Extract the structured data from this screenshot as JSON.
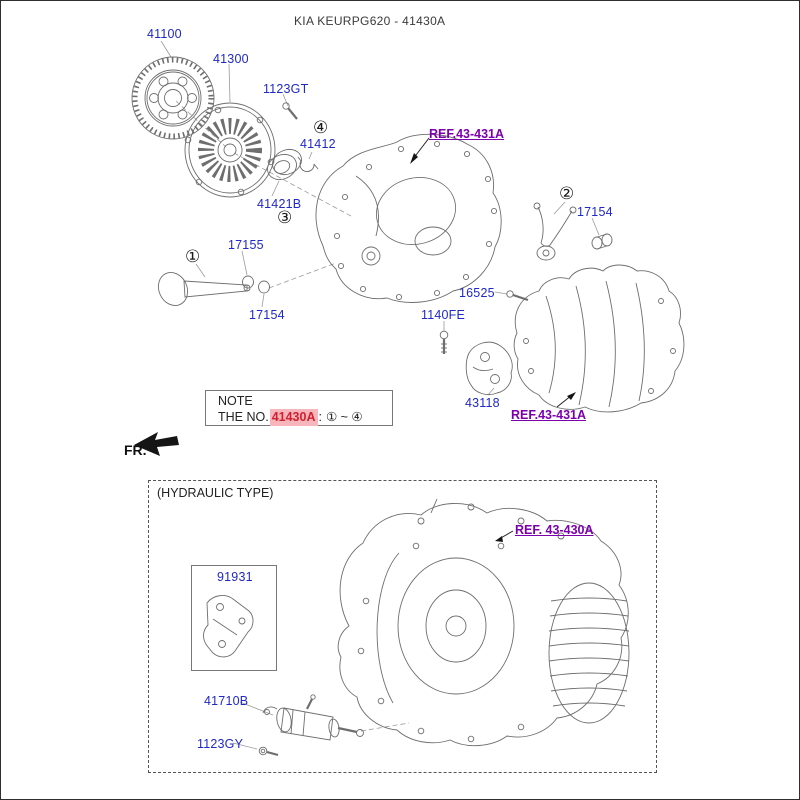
{
  "title": "KIA KEURPG620 - 41430A",
  "fr": "FR.",
  "hydraulic_section_title": "(HYDRAULIC TYPE)",
  "parts": {
    "p41100": "41100",
    "p41300": "41300",
    "p1123gt": "1123GT",
    "p41412": "41412",
    "p41421b": "41421B",
    "p17155": "17155",
    "p17154_left": "17154",
    "p17154_right": "17154",
    "p16525": "16525",
    "p1140fe": "1140FE",
    "p43118": "43118",
    "p91931": "91931",
    "p41710b": "41710B",
    "p1123gy": "1123GY"
  },
  "refs": {
    "upper": "REF.43-431A",
    "lower": "REF.43-431A",
    "hydraulic": "REF. 43-430A"
  },
  "callouts": {
    "c1": "①",
    "c2": "②",
    "c3": "③",
    "c4": "④"
  },
  "note": {
    "heading": "NOTE",
    "prefix": "THE NO.",
    "highlighted_part": "41430A",
    "separator": ":",
    "range": "① ~ ④"
  },
  "colors": {
    "part_label": "#2028c8",
    "ref_link": "#7d00ad",
    "highlight_bg": "#f7b6bc",
    "highlight_text": "#d02030",
    "linework": "#6e6e6e"
  }
}
